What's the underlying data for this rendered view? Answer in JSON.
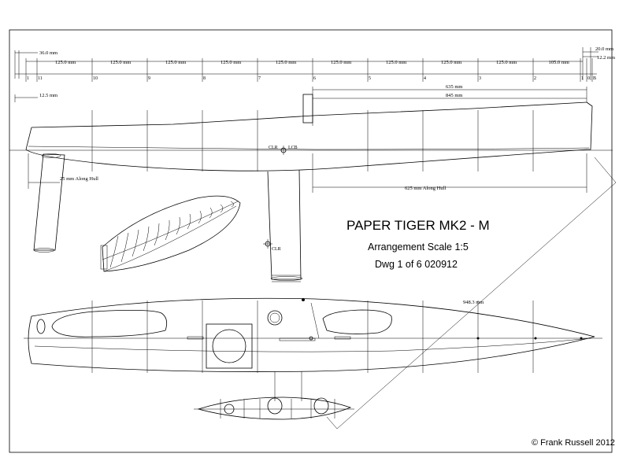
{
  "title_block": {
    "title": "PAPER TIGER MK2 - M",
    "subtitle": "Arrangement   Scale 1:5",
    "drawing_number": "Dwg 1 of 6  020912",
    "copyright": "© Frank Russell 2012"
  },
  "station_dimensions": {
    "left_offset": "36.0 mm",
    "spacings": [
      "125.0 mm",
      "125.0 mm",
      "125.0 mm",
      "125.0 mm",
      "125.0 mm",
      "125.0 mm",
      "125.0 mm",
      "125.0 mm",
      "125.0 mm",
      "105.0 mm"
    ],
    "right_offset_top": "20.0 mm",
    "right_offset_bottom": "12.2 mm",
    "station_labels": [
      "1",
      "11",
      "10",
      "9",
      "8",
      "7",
      "6",
      "5",
      "4",
      "3",
      "2",
      "1",
      "0",
      "B"
    ]
  },
  "overall_dimensions": {
    "dim_635": "635 mm",
    "dim_845": "845 mm",
    "deck_offset": "12.5 mm",
    "rudder_dim": "25 mm Along Hull",
    "keel_dim": "625 mm Along Hull",
    "diagonal_dim": "948.3 mm"
  },
  "markers": {
    "center_label_1": "CLR",
    "center_label_2": "LCB",
    "sail_center_label": "CLR"
  }
}
